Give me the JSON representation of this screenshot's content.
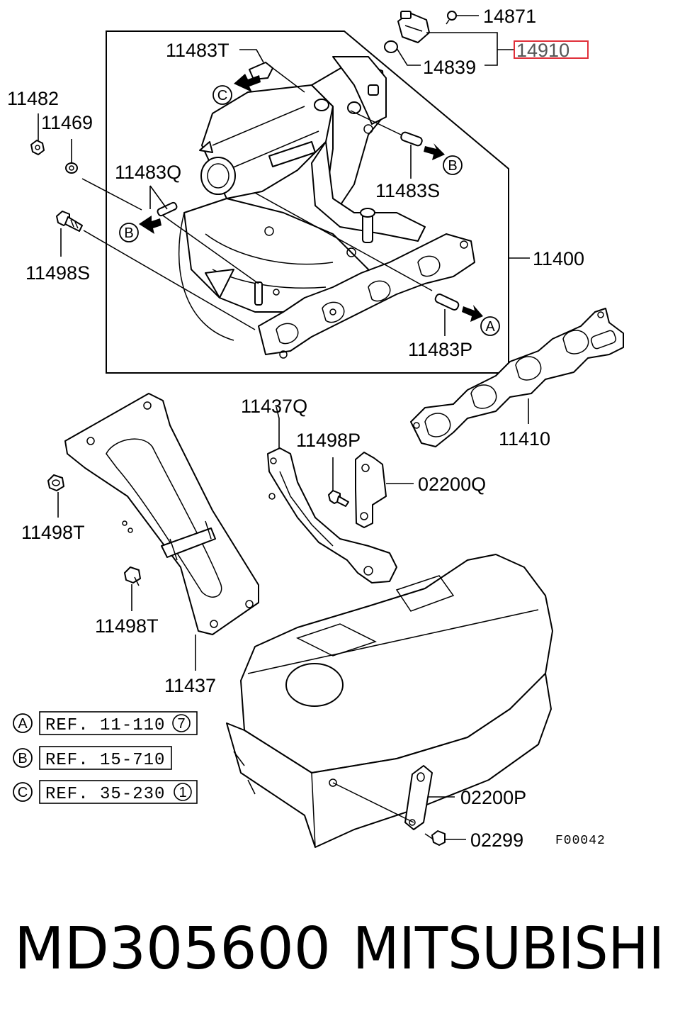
{
  "callouts": {
    "p14871": "14871",
    "p14910": "14910",
    "p14839": "14839",
    "p11483T": "11483T",
    "p11482": "11482",
    "p11469": "11469",
    "p11483Q": "11483Q",
    "p11483S": "11483S",
    "p11498S": "11498S",
    "p11400": "11400",
    "p11483P": "11483P",
    "p11437Q": "11437Q",
    "p11498P": "11498P",
    "p02200Q": "02200Q",
    "p11410": "11410",
    "p11498T_a": "11498T",
    "p11498T_b": "11498T",
    "p11437": "11437",
    "p02200P": "02200P",
    "p02299": "02299"
  },
  "markers": {
    "A": "A",
    "B": "B",
    "C": "C"
  },
  "references": [
    {
      "marker": "A",
      "text": "REF. 11-110",
      "circled": "7"
    },
    {
      "marker": "B",
      "text": "REF. 15-710",
      "circled": ""
    },
    {
      "marker": "C",
      "text": "REF. 35-230",
      "circled": "1"
    }
  ],
  "figure_code": "F00042",
  "highlight_color": "#e0303a",
  "footer": {
    "part_number": "MD305600",
    "brand": "MITSUBISHI"
  }
}
